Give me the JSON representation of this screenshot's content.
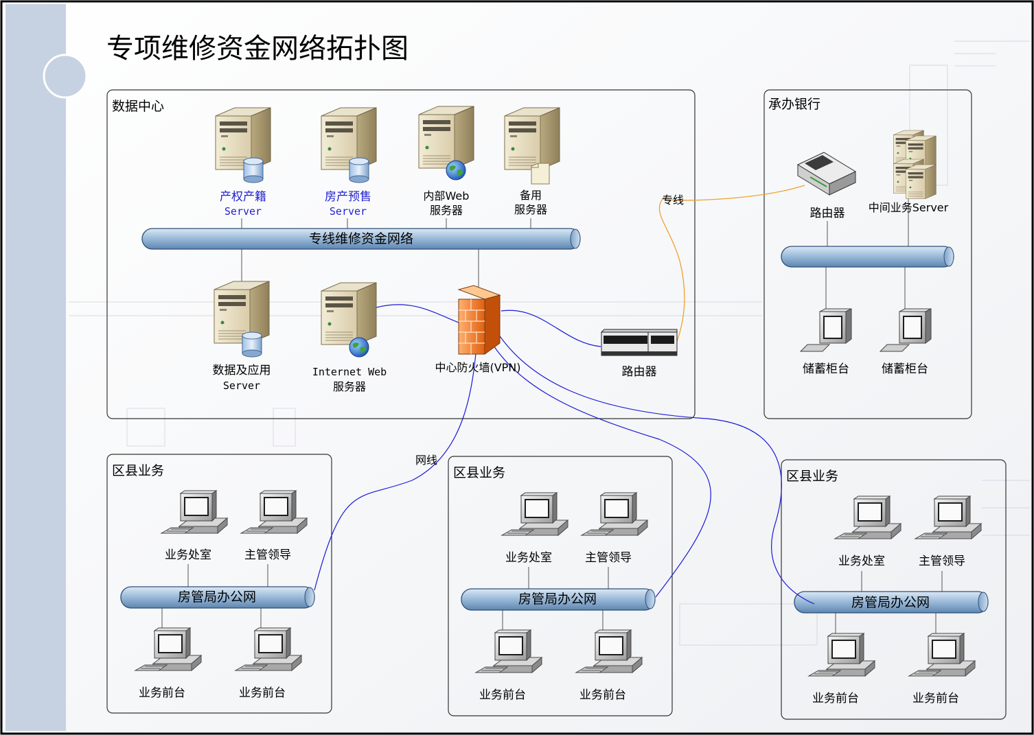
{
  "title": "专项维修资金网络拓扑图",
  "data_center": {
    "label": "数据中心",
    "backbone_label": "专线维修资金网络",
    "servers_top": [
      {
        "line1": "产权产籍",
        "line2": "Server"
      },
      {
        "line1": "房产预售",
        "line2": "Server"
      },
      {
        "line1": "内部Web",
        "line2": "服务器"
      },
      {
        "line1": "备用",
        "line2": "服务器"
      }
    ],
    "servers_bottom": [
      {
        "line1": "数据及应用",
        "line2": "Server"
      },
      {
        "line1": "Internet Web",
        "line2": "服务器"
      }
    ],
    "firewall_label": "中心防火墙(VPN)",
    "router_label": "路由器"
  },
  "bank": {
    "label": "承办银行",
    "router_label": "路由器",
    "server_label": "中间业务Server",
    "terminals": [
      "储蓄柜台",
      "储蓄柜台"
    ]
  },
  "links": {
    "leased_line": "专线",
    "network_cable": "网线"
  },
  "districts": [
    {
      "label": "区县业务",
      "net_label": "房管局办公网",
      "top": [
        "业务处室",
        "主管领导"
      ],
      "bottom": [
        "业务前台",
        "业务前台"
      ]
    },
    {
      "label": "区县业务",
      "net_label": "房管局办公网",
      "top": [
        "业务处室",
        "主管领导"
      ],
      "bottom": [
        "业务前台",
        "业务前台"
      ]
    },
    {
      "label": "区县业务",
      "net_label": "房管局办公网",
      "top": [
        "业务处室",
        "主管领导"
      ],
      "bottom": [
        "业务前台",
        "业务前台"
      ]
    }
  ],
  "icons": {
    "server": "server-icon",
    "database": "database-icon",
    "globe": "globe-icon",
    "folder": "folder-icon",
    "firewall": "firewall-icon",
    "router": "router-icon",
    "workstation": "workstation-icon"
  },
  "colors": {
    "network_link": "#1a1ad6",
    "leased_line": "#f0a030",
    "bus_fill": "#a8c4e0"
  }
}
